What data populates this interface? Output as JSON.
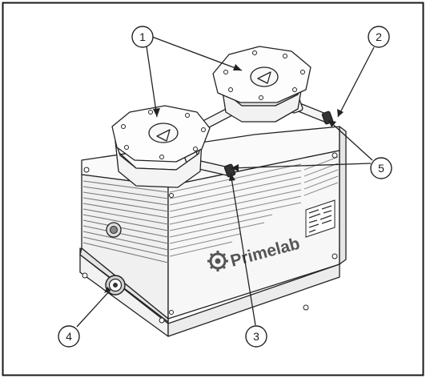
{
  "figure": {
    "brand": "Primelab",
    "callouts": [
      {
        "id": "1",
        "label": "1"
      },
      {
        "id": "2",
        "label": "2"
      },
      {
        "id": "3",
        "label": "3"
      },
      {
        "id": "4",
        "label": "4"
      },
      {
        "id": "5",
        "label": "5"
      }
    ],
    "colors": {
      "frame": "#1a1a1a",
      "line": "#222222",
      "body_fill": "#f4f4f4",
      "fin": "#8a8a8a"
    }
  }
}
